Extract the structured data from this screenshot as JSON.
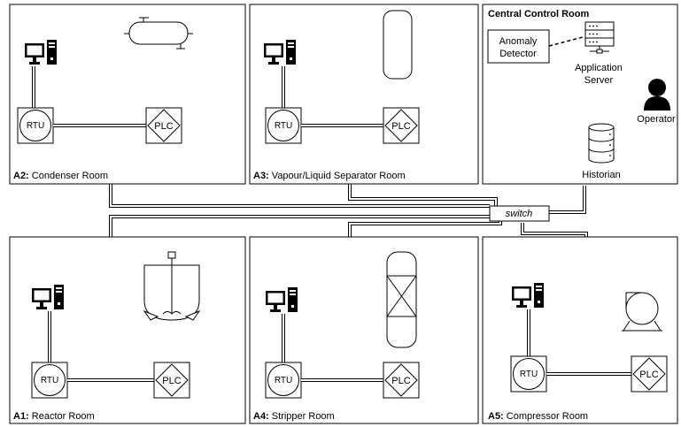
{
  "rooms": {
    "a2": {
      "code": "A2:",
      "name": "Condenser Room"
    },
    "a3": {
      "code": "A3:",
      "name": "Vapour/Liquid Separator Room"
    },
    "a1": {
      "code": "A1:",
      "name": "Reactor Room"
    },
    "a4": {
      "code": "A4:",
      "name": "Stripper Room"
    },
    "a5": {
      "code": "A5:",
      "name": "Compressor Room"
    }
  },
  "control_room": {
    "title": "Central Control Room",
    "anomaly_line1": "Anomaly",
    "anomaly_line2": "Detector",
    "server_line1": "Application",
    "server_line2": "Server",
    "operator": "Operator",
    "historian": "Historian"
  },
  "labels": {
    "rtu": "RTU",
    "plc": "PLC",
    "switch": "switch"
  }
}
